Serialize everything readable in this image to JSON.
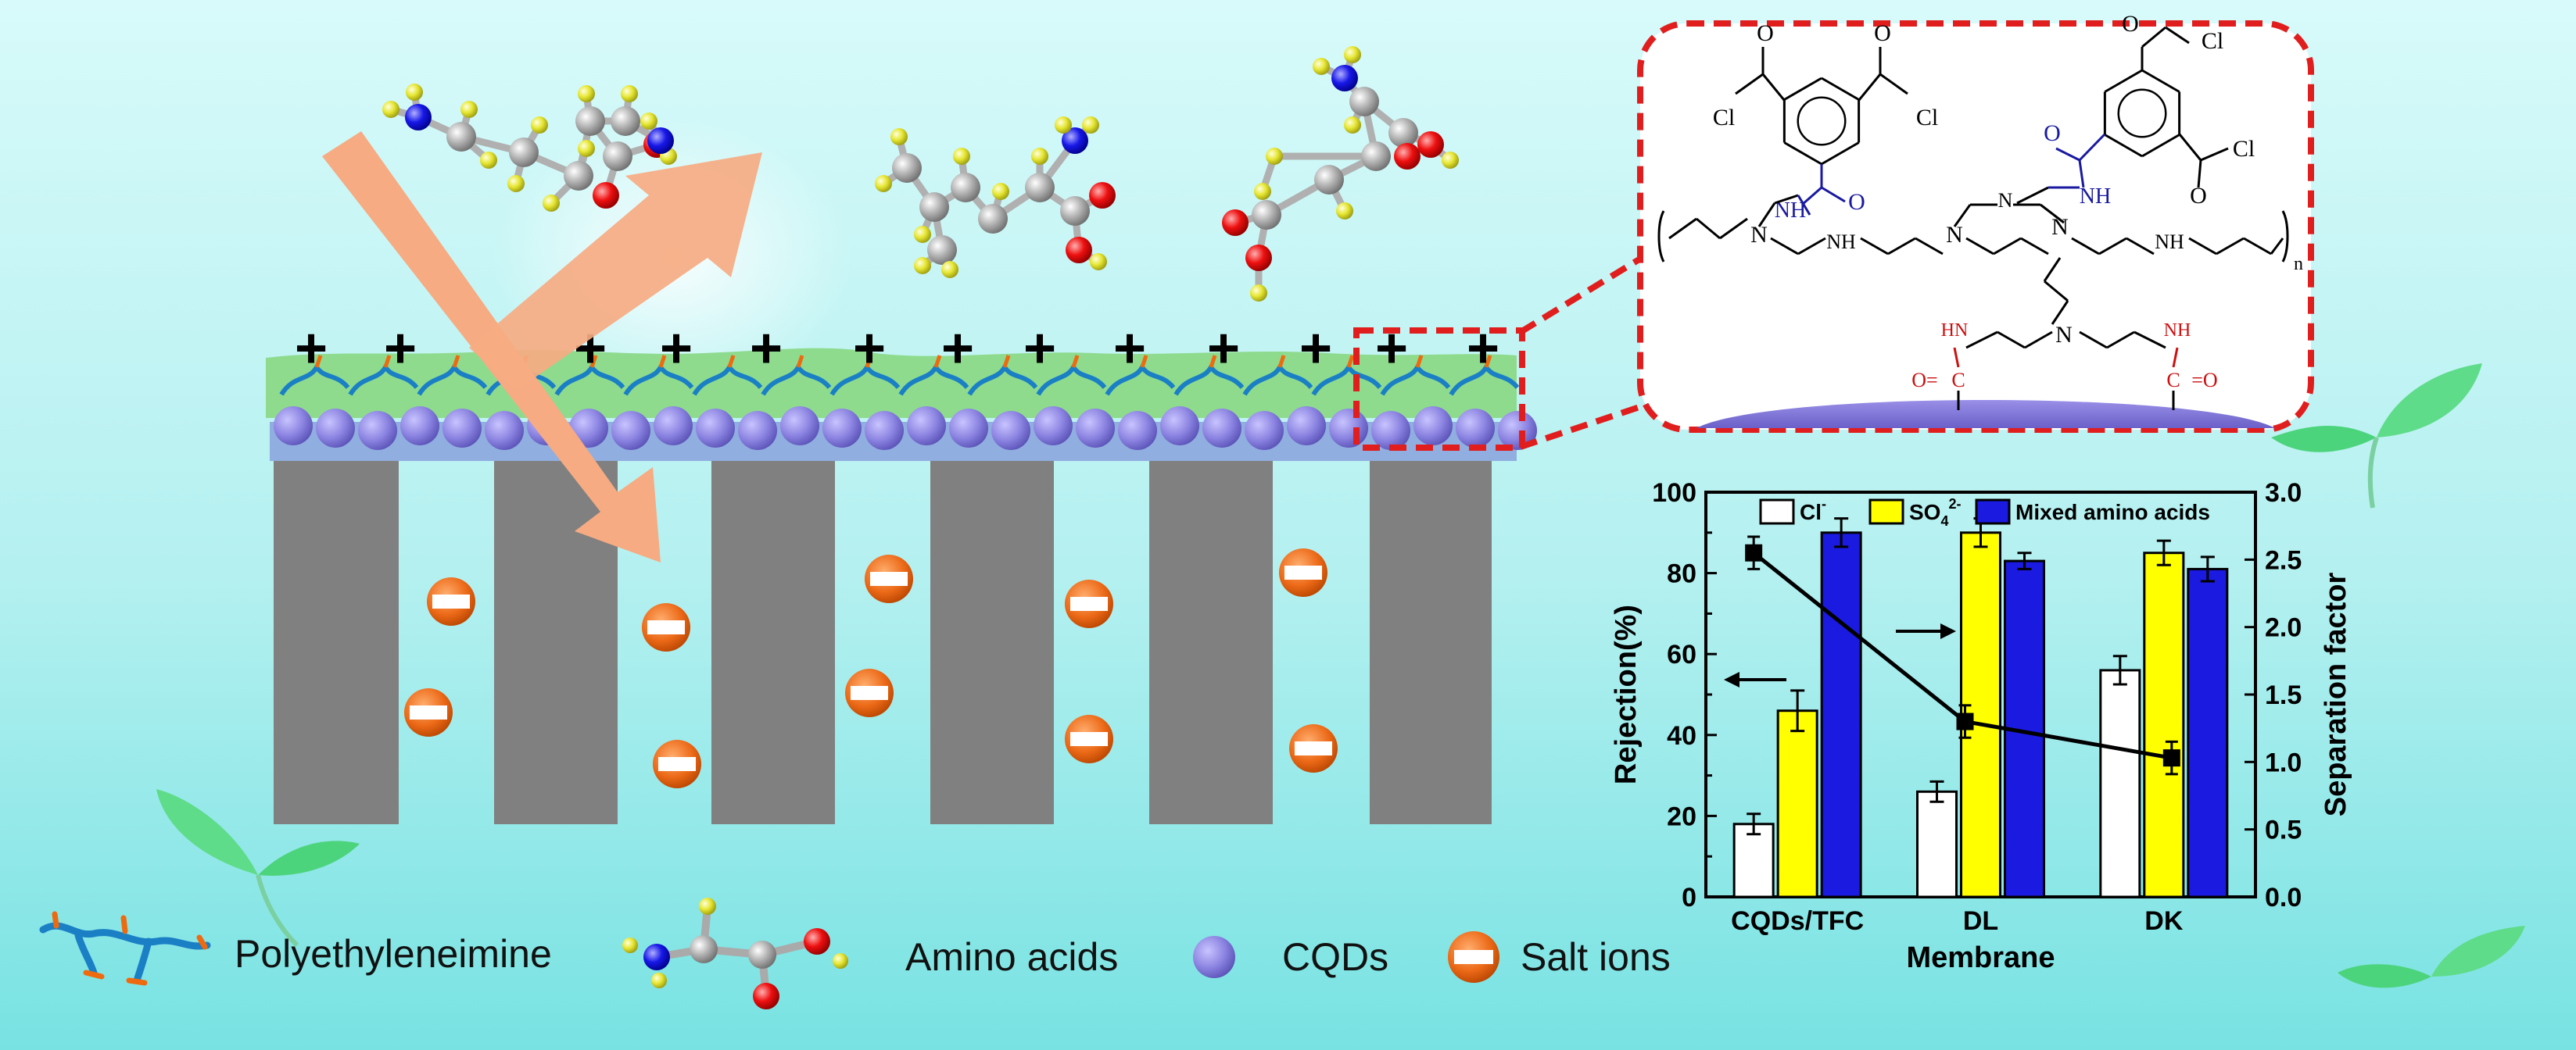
{
  "colors": {
    "background_top": "#cff6f6",
    "background_bottom": "#7fe6e6",
    "pore_wall": "#808080",
    "cqd": "#8880dd",
    "pei_chain": "#1a7fc4",
    "salt_ion": "#e06418",
    "arrow": "#f5aa80",
    "leaf": "#5edc8a",
    "zoom_border": "#e01e1e",
    "bar_chloride": "#ffffff",
    "bar_sulfate": "#ffff00",
    "bar_amino": "#1a1ae0"
  },
  "membrane": {
    "surface_charge_symbols": [
      "+",
      "+",
      "+",
      "+",
      "+",
      "+",
      "+",
      "+",
      "+",
      "+",
      "+",
      "+",
      "+"
    ],
    "salt_ion_symbol": "−"
  },
  "structure": {
    "cl": "Cl",
    "o": "O",
    "n": "N",
    "h": "H",
    "hn": "HN",
    "nh": "NH",
    "c": "C",
    "subscript_n": "n",
    "o_eq": "O=",
    "eq_o": "=O"
  },
  "legend": {
    "pei": "Polyethyleneimine",
    "amino_acids": "Amino acids",
    "cqds": "CQDs",
    "salt_ions": "Salt ions"
  },
  "chart_data": {
    "type": "bar",
    "categories": [
      "CQDs/TFC",
      "DL",
      "DK"
    ],
    "series": [
      {
        "name": "Cl",
        "sup": "-",
        "values": [
          18,
          26,
          56
        ],
        "errors": [
          2.5,
          2.5,
          3.5
        ],
        "color": "#ffffff"
      },
      {
        "name": "SO",
        "sub": "4",
        "sup": "2-",
        "values": [
          46,
          90,
          85
        ],
        "errors": [
          5,
          3.5,
          3
        ],
        "color": "#ffff00"
      },
      {
        "name": "Mixed amino acids",
        "values": [
          90,
          83,
          81
        ],
        "errors": [
          3.5,
          2,
          3
        ],
        "color": "#1a1ae0"
      }
    ],
    "line_series": {
      "values": [
        2.55,
        1.3,
        1.03
      ],
      "errors": [
        0.12,
        0.12,
        0.12
      ]
    },
    "xlabel": "Membrane",
    "ylabel": "Rejection(%)",
    "y2label": "Separation factor",
    "ylim": [
      0,
      100
    ],
    "y2lim": [
      0,
      3.0
    ],
    "yticks": [
      "0",
      "20",
      "40",
      "60",
      "80",
      "100"
    ],
    "y2ticks": [
      "0.0",
      "0.5",
      "1.0",
      "1.5",
      "2.0",
      "2.5",
      "3.0"
    ]
  }
}
